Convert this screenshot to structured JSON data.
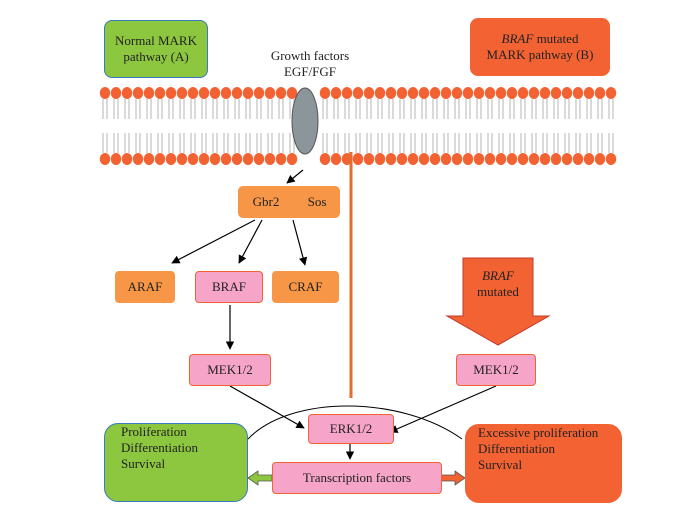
{
  "panels": {
    "normal": {
      "line1": "Normal MARK",
      "line2": "pathway (A)"
    },
    "mutated": {
      "line1_italic": "BRAF",
      "line1_rest": " mutated",
      "line2": "MARK pathway (B)"
    }
  },
  "growth_factors": {
    "line1": "Growth factors",
    "line2": "EGF/FGF"
  },
  "nodes": {
    "gbr2": "Gbr2",
    "sos": "Sos",
    "araf": "ARAF",
    "braf": "BRAF",
    "craf": "CRAF",
    "mek_left": "MEK1/2",
    "mek_right": "MEK1/2",
    "erk": "ERK1/2",
    "transcription": "Transcription factors"
  },
  "braf_mutated": {
    "line1": "BRAF",
    "line2": "mutated"
  },
  "outcomes": {
    "normal": [
      "Proliferation",
      "Differentiation",
      "Survival"
    ],
    "mutated": [
      "Excessive proliferation",
      "Differentiation",
      "Survival"
    ]
  },
  "colors": {
    "membrane_head": "#f26232",
    "receptor": "#8c9599",
    "green": "#8dc63f",
    "orange": "#f79646",
    "orange_dark": "#f26232",
    "pink": "#f6a4c8"
  }
}
